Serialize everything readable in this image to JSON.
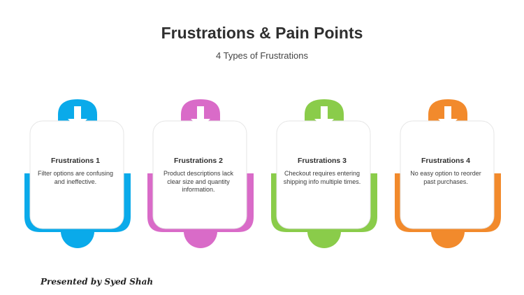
{
  "header": {
    "title": "Frustrations & Pain Points",
    "subtitle": "4 Types of Frustrations"
  },
  "cards": [
    {
      "title": "Frustrations 1",
      "description": "Filter options are confusing and ineffective.",
      "color": "#0aaaea",
      "icon": "arrow-down-icon"
    },
    {
      "title": "Frustrations 2",
      "description": "Product descriptions lack clear size and quantity information.",
      "color": "#d96bc8",
      "icon": "arrow-down-icon"
    },
    {
      "title": "Frustrations 3",
      "description": "Checkout requires entering shipping info multiple times.",
      "color": "#8acc4a",
      "icon": "arrow-down-icon"
    },
    {
      "title": "Frustrations 4",
      "description": "No easy option to reorder past purchases.",
      "color": "#f28a2c",
      "icon": "arrow-down-icon"
    }
  ],
  "footer": {
    "signature": "Presented by Syed Shah"
  }
}
